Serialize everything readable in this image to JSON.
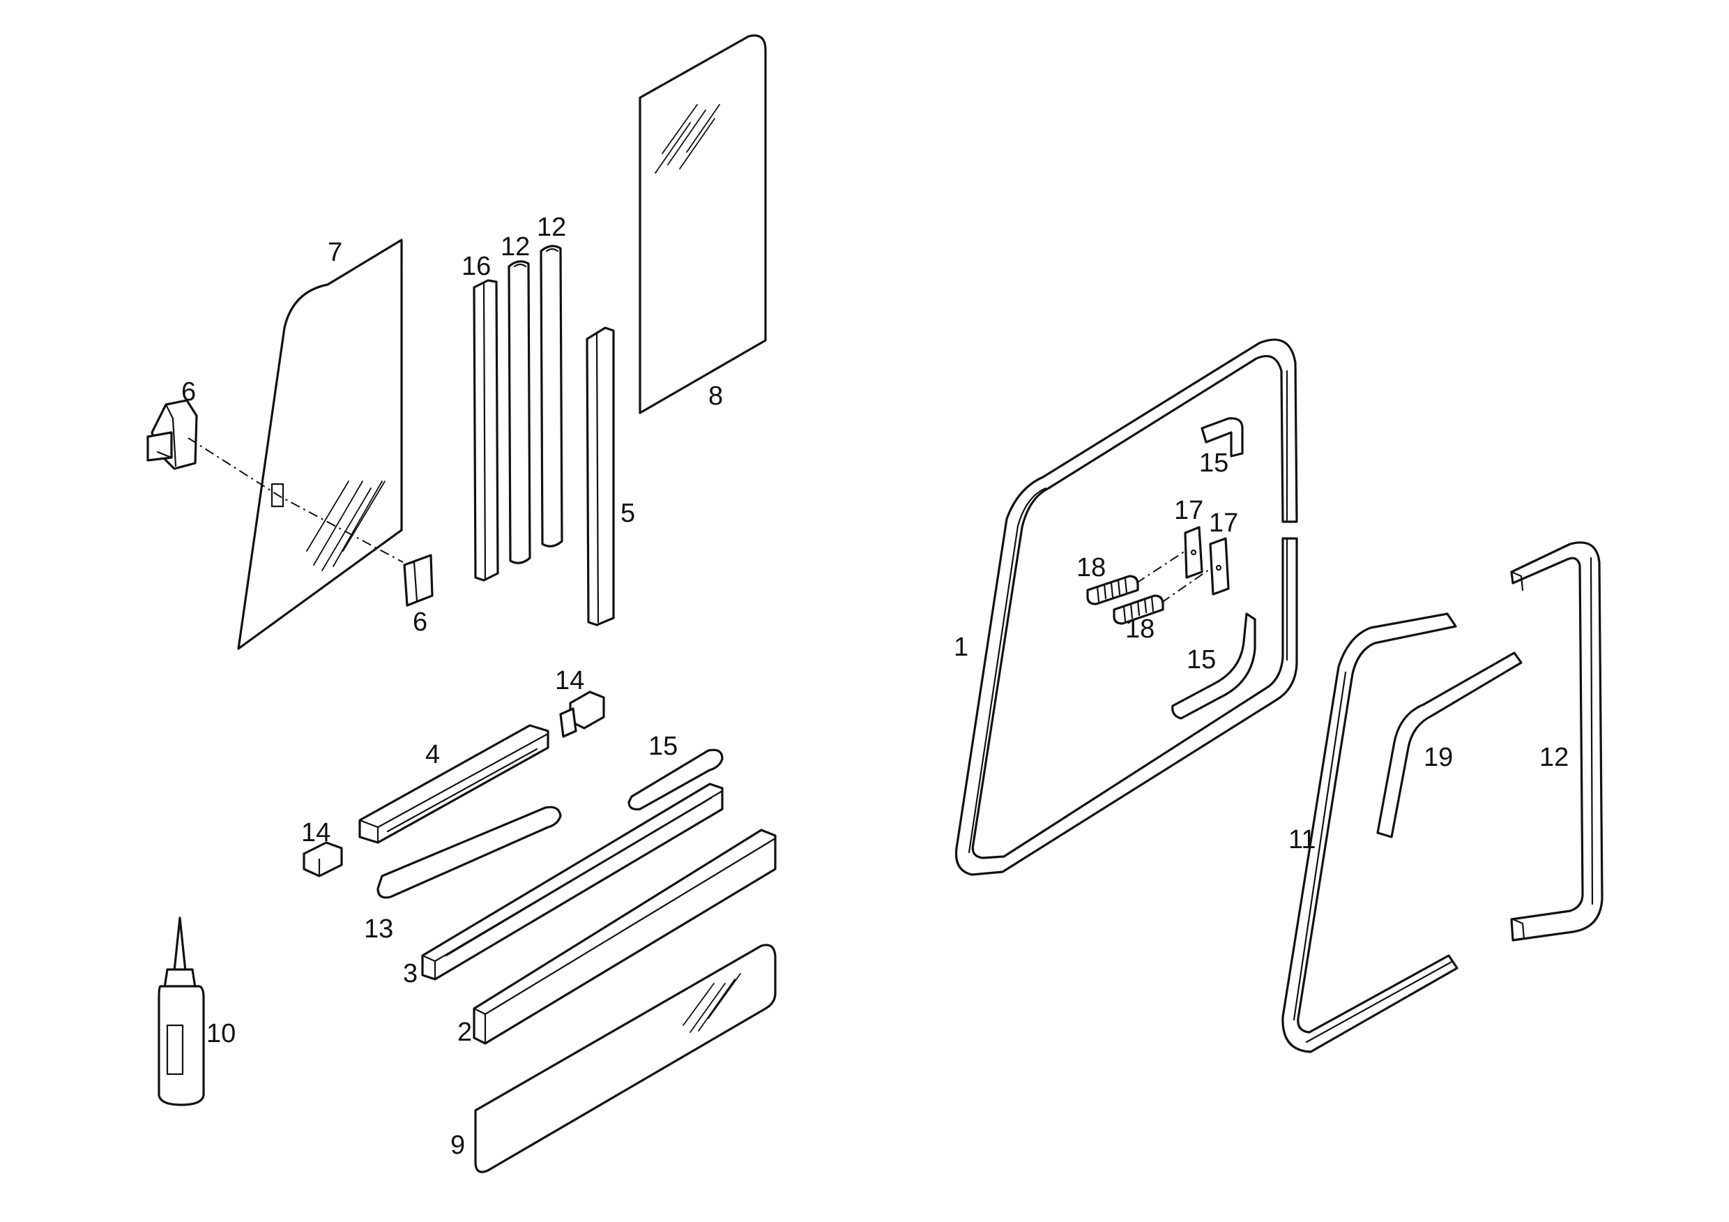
{
  "callouts": {
    "c1": "1",
    "c2": "2",
    "c3": "3",
    "c4": "4",
    "c5": "5",
    "c6a": "6",
    "c6b": "6",
    "c7": "7",
    "c8": "8",
    "c9": "9",
    "c10": "10",
    "c11": "11",
    "c12a": "12",
    "c12b": "12",
    "c12c": "12",
    "c13": "13",
    "c14a": "14",
    "c14b": "14",
    "c15a": "15",
    "c15b": "15",
    "c15c": "15",
    "c16": "16",
    "c17a": "17",
    "c17b": "17",
    "c18a": "18",
    "c18b": "18",
    "c19": "19"
  }
}
